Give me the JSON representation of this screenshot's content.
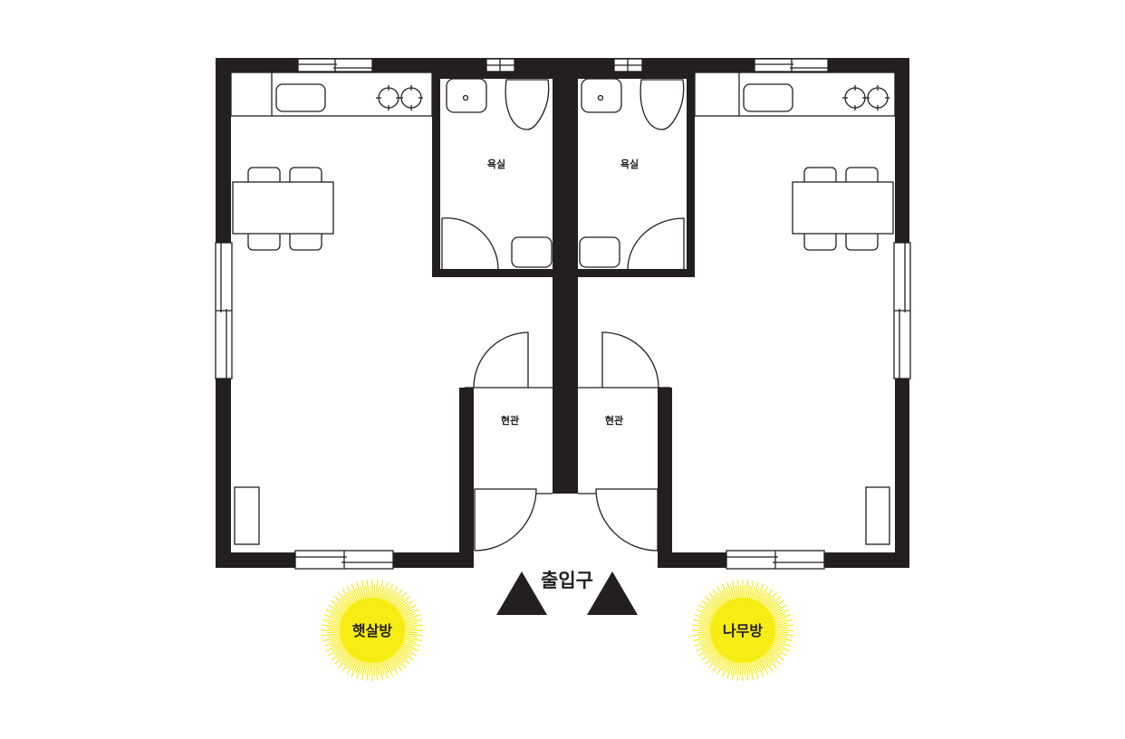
{
  "rooms": {
    "left_bathroom": "욕실",
    "right_bathroom": "욕실",
    "left_entry": "현관",
    "right_entry": "현관"
  },
  "entrance_label": "출입구",
  "units": [
    {
      "name": "햇살방",
      "badge_color": "#f7ec13"
    },
    {
      "name": "나무방",
      "badge_color": "#f7ec13"
    }
  ],
  "colors": {
    "wall": "#231f20",
    "badge": "#f7ec13"
  }
}
